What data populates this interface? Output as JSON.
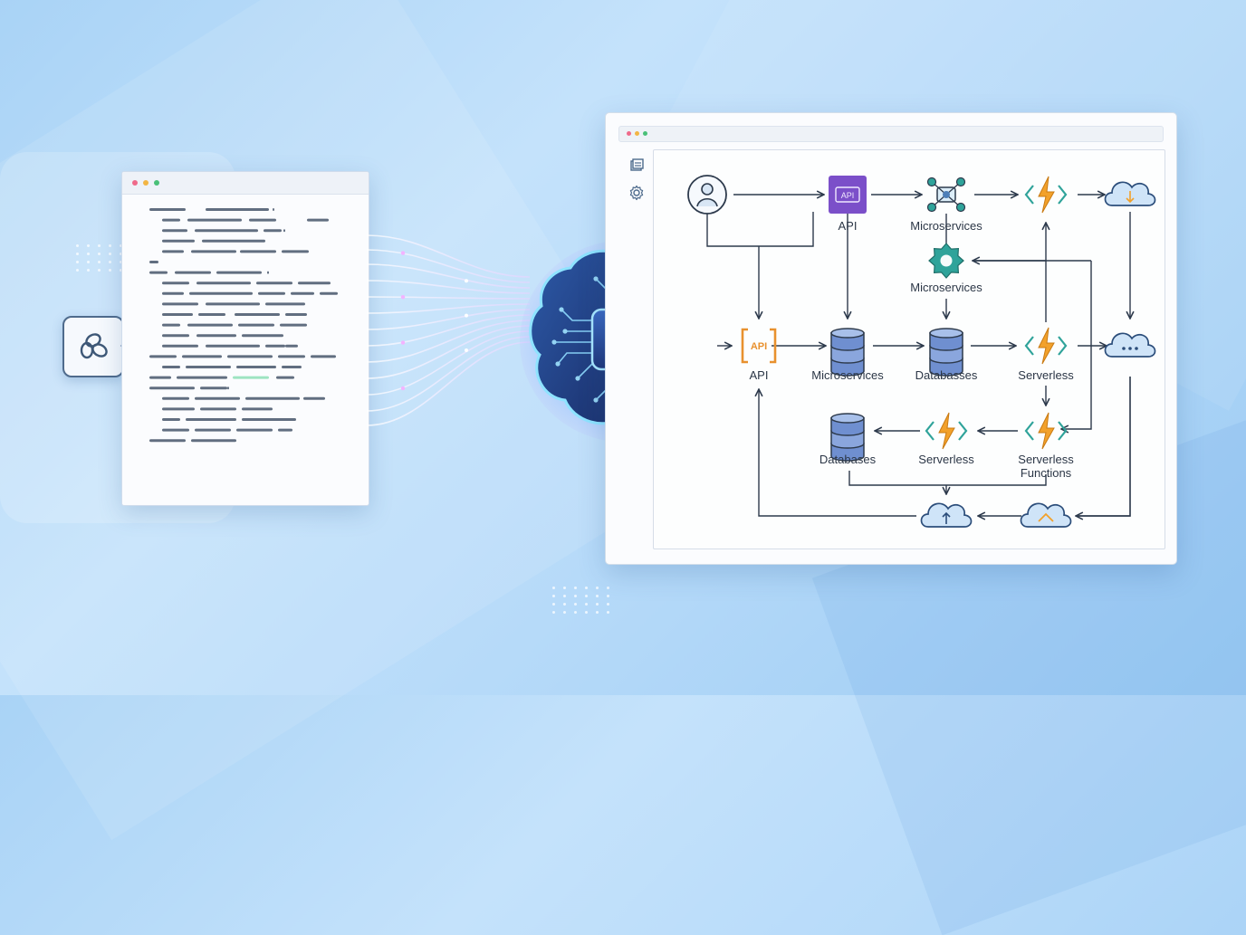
{
  "brain": {
    "label": "AI"
  },
  "diagram": {
    "nodes": [
      {
        "id": "user",
        "label": ""
      },
      {
        "id": "api_top",
        "label": "API"
      },
      {
        "id": "ms_top",
        "label": "Microservices"
      },
      {
        "id": "sl_top",
        "label": ""
      },
      {
        "id": "cloud_top",
        "label": ""
      },
      {
        "id": "ms_mid",
        "label": "Microservices"
      },
      {
        "id": "api_mid",
        "label": "API"
      },
      {
        "id": "ms_row2",
        "label": "Microservices"
      },
      {
        "id": "db_row2",
        "label": "Databasses"
      },
      {
        "id": "sl_row2",
        "label": "Serverless"
      },
      {
        "id": "cloud_row2",
        "label": ""
      },
      {
        "id": "db_row3",
        "label": "Databases"
      },
      {
        "id": "sl_row3",
        "label": "Serverless"
      },
      {
        "id": "slf_row3_a",
        "label": "Serverless"
      },
      {
        "id": "slf_row3_b",
        "label": "Functions"
      },
      {
        "id": "cloud_bottom_a",
        "label": ""
      },
      {
        "id": "cloud_bottom_b",
        "label": ""
      }
    ]
  },
  "colors": {
    "accent_purple": "#7b4fc9",
    "api_orange": "#e8912e",
    "database_blue": "#4a6fb8",
    "gear_teal": "#2fa39a",
    "lightning_orange": "#f2a12b",
    "cloud_outline": "#2b4d7a",
    "brain_navy": "#1f3a78"
  },
  "icons": [
    "code-icon-window",
    "knot-logo-icon",
    "user-icon",
    "api-icon",
    "microservices-icon",
    "gear-icon",
    "database-icon",
    "serverless-icon",
    "cloud-icon",
    "layers-icon",
    "settings-icon",
    "brain-icon"
  ]
}
